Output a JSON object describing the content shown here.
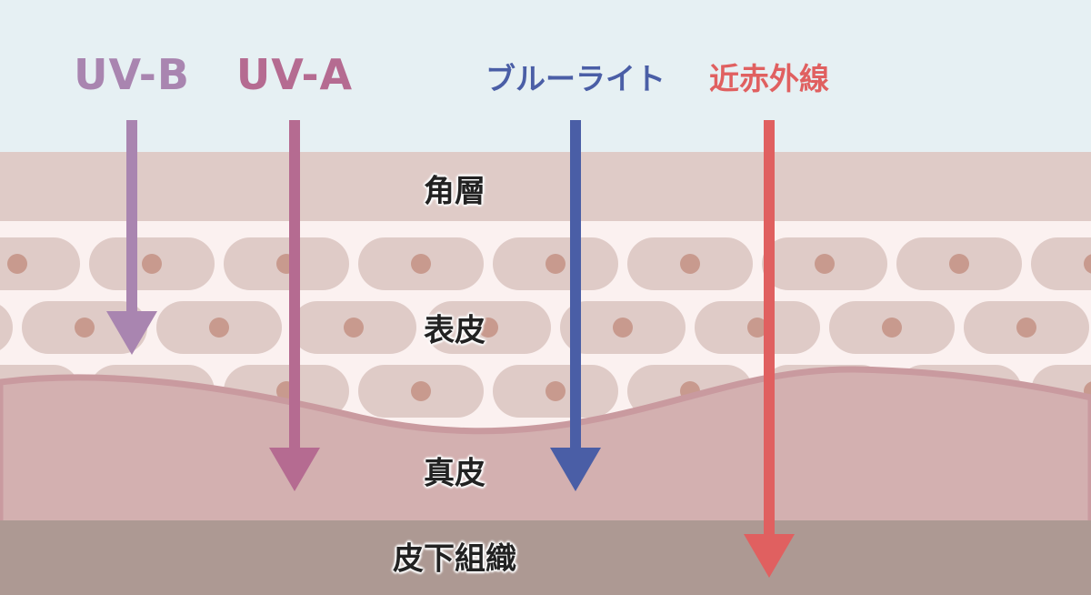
{
  "rays": [
    {
      "id": "uvb",
      "label": "UV-B",
      "color": "#a985b0",
      "depth_layer": "表皮"
    },
    {
      "id": "uva",
      "label": "UV-A",
      "color": "#b56b91",
      "depth_layer": "真皮"
    },
    {
      "id": "blue",
      "label": "ブルーライト",
      "color": "#4a5ea6",
      "depth_layer": "真皮"
    },
    {
      "id": "nir",
      "label": "近赤外線",
      "color": "#e06060",
      "depth_layer": "皮下組織"
    }
  ],
  "layers": {
    "corneum": "角層",
    "epidermis": "表皮",
    "dermis": "真皮",
    "subcutis": "皮下組織"
  },
  "colors": {
    "sky": "#e6f0f3",
    "corneum": "#dfcbc7",
    "epidermis": "#fbf1f0",
    "cell": "#dfcbc7",
    "nucleus": "#c89a8e",
    "dermis": "#d3b0b0",
    "dermis_edge": "#c99a9f",
    "subcutis": "#ad9993"
  }
}
